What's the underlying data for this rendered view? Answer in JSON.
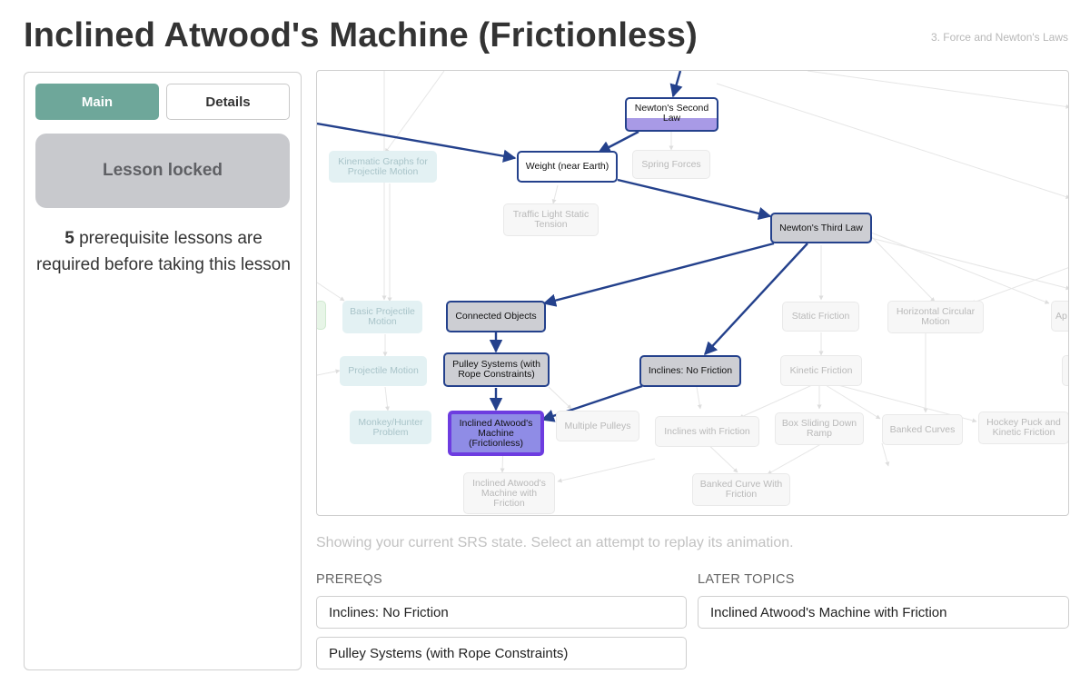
{
  "header": {
    "title": "Inclined Atwood's Machine (Frictionless)",
    "breadcrumb": "3. Force and Newton's Laws"
  },
  "left_panel": {
    "tabs": {
      "main": "Main",
      "details": "Details"
    },
    "locked_label": "Lesson locked",
    "prereq_count": "5",
    "prereq_message": "prerequisite lessons are required before taking this lesson"
  },
  "graph": {
    "nodes": {
      "newton2": "Newton's Second Law",
      "weight": "Weight (near Earth)",
      "spring": "Spring Forces",
      "kinematic_graphs": "Kinematic Graphs for Projectile Motion",
      "traffic_light": "Traffic Light Static Tension",
      "newton3": "Newton's Third Law",
      "basic_projectile": "Basic Projectile Motion",
      "connected": "Connected Objects",
      "static_friction": "Static Friction",
      "horizontal_circular": "Horizontal Circular Motion",
      "ap": "Ap",
      "projectile_motion": "Projectile Motion",
      "pulley_systems": "Pulley Systems (with Rope Constraints)",
      "inclines_no_friction": "Inclines: No Friction",
      "kinetic_friction": "Kinetic Friction",
      "monkey_hunter": "Monkey/Hunter Problem",
      "inclined_atwood": "Inclined Atwood's Machine (Frictionless)",
      "multiple_pulleys": "Multiple Pulleys",
      "inclines_with_friction": "Inclines with Friction",
      "box_sliding": "Box Sliding Down Ramp",
      "banked_curves": "Banked Curves",
      "hockey_puck": "Hockey Puck and Kinetic Friction",
      "inclined_atwood_friction": "Inclined Atwood's Machine with Friction",
      "banked_curve_friction": "Banked Curve With Friction"
    },
    "colors": {
      "active_edge": "#24418c",
      "faded_edge": "#e3e3e3",
      "current_fill": "#8f8ce6",
      "current_border": "#6d3ce0",
      "tab_main": "#6ea79a"
    }
  },
  "caption": "Showing your current SRS state. Select an attempt to replay its animation.",
  "prereqs": {
    "heading": "PREREQS",
    "items": [
      "Inclines: No Friction",
      "Pulley Systems (with Rope Constraints)"
    ]
  },
  "later_topics": {
    "heading": "LATER TOPICS",
    "items": [
      "Inclined Atwood's Machine with Friction"
    ]
  }
}
